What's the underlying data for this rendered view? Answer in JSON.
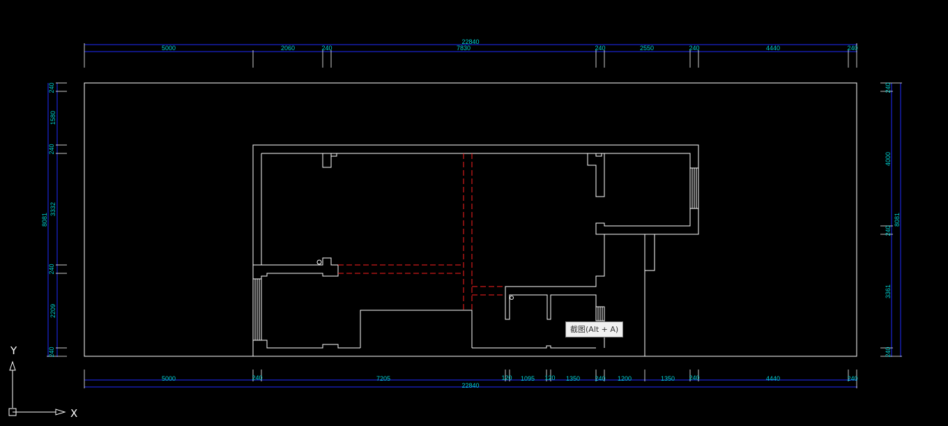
{
  "colors": {
    "background": "#000000",
    "wall": "#ffffff",
    "dimension_line": "#1f2dff",
    "dimension_text": "#00d2d2",
    "demolition": "#ff2020",
    "ucs": "#ffffff"
  },
  "dimensions": {
    "top_overall": "22840",
    "bottom_overall": "22840",
    "left_overall": "8081",
    "right_overall": "8081",
    "top_segments": [
      "5000",
      "2060",
      "240",
      "7830",
      "240",
      "2550",
      "240",
      "4440",
      "240"
    ],
    "bottom_segments": [
      "5000",
      "240",
      "7205",
      "120",
      "1095",
      "120",
      "1350",
      "240",
      "1200",
      "1350",
      "240",
      "4440",
      "240"
    ],
    "left_segments": [
      "240",
      "1580",
      "240",
      "3332",
      "240",
      "2209",
      "240"
    ],
    "right_segments": [
      "240",
      "4000",
      "240",
      "3361",
      "240"
    ]
  },
  "tooltip": {
    "text": "截图(Alt + A)"
  },
  "ucs": {
    "x_label": "X",
    "y_label": "Y"
  }
}
